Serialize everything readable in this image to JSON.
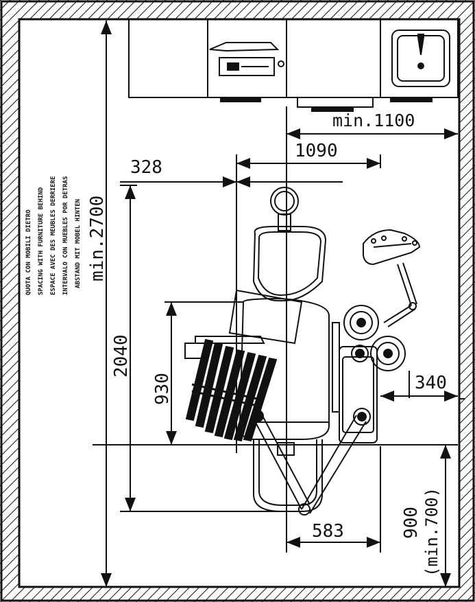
{
  "colors": {
    "ink": "#111111",
    "grey_ink": "#555555",
    "paper": "#ffffff"
  },
  "dimensions": {
    "min_width_right": "min.1100",
    "chair_width": "1090",
    "offset_left": "328",
    "room_length": "min.2700",
    "chair_length": "2040",
    "tray_depth": "930",
    "side_offset": "340",
    "foot_width": "583",
    "rear_clearance": "900",
    "rear_clearance_min": "(min.700)"
  },
  "furniture_note": {
    "lines": [
      "QUOTA CON MOBILI DIETRO",
      "SPACING WITH FURNITURE BEHIND",
      "ESPACE AVEC DES MEUBLES DERRIERE",
      "INTERVALO CON MUEBLES POR DETRAS",
      "ABSTAND MIT MOBEL HINTEN"
    ]
  }
}
